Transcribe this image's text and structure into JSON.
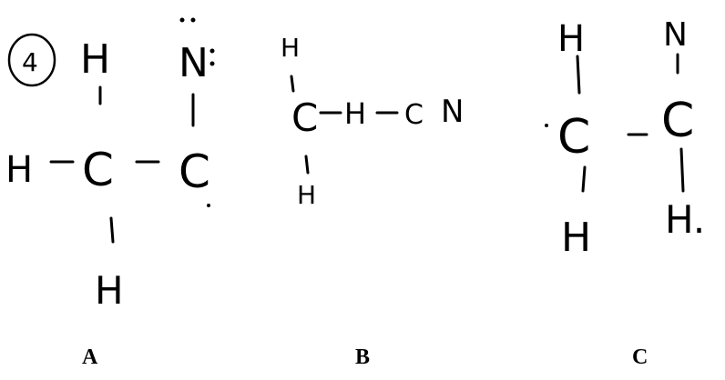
{
  "structures": {
    "a": {
      "number_mark": "4",
      "atoms": {
        "h_top": "H",
        "h_left": "H",
        "c_center": "C",
        "h_bottom": "H",
        "n_top": "N",
        "c_right": "C"
      },
      "lone_pair_dots": ":",
      "caption": "A"
    },
    "b": {
      "atoms": {
        "h_top": "H",
        "c_main": "C",
        "h_mid": "H",
        "c_cn": "C",
        "n_cn": "N",
        "h_bottom": "H"
      },
      "caption": "B"
    },
    "c": {
      "atoms": {
        "h_top": "H",
        "n_top": "N",
        "c_left": "C",
        "c_right": "C",
        "h_bottom_left": "H",
        "h_bottom_right": "H."
      },
      "caption": "C"
    }
  }
}
